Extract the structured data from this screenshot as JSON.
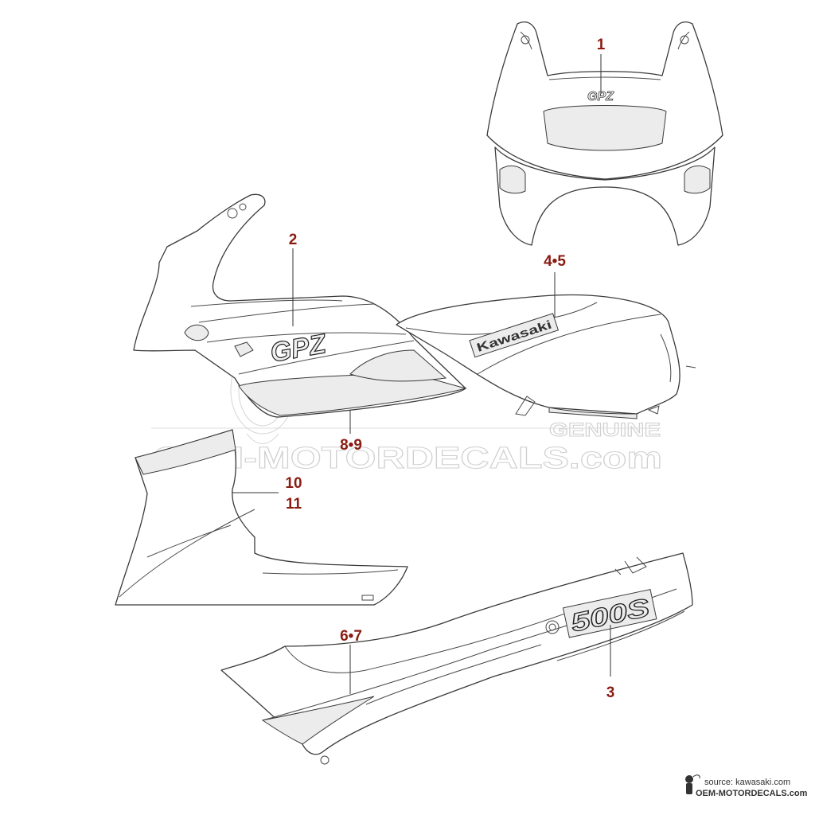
{
  "callouts": {
    "c1": "1",
    "c2": "2",
    "c3": "3",
    "c45": "4•5",
    "c67": "6•7",
    "c89": "8•9",
    "c10": "10",
    "c11": "11"
  },
  "decals": {
    "tank_logo": "Kawasaki",
    "tail_logo": "500S",
    "gpz_mark": "GPZ"
  },
  "watermark": {
    "main": "OEM-MOTORDECALS.com",
    "sub": "GENUINE"
  },
  "footer": {
    "source": "source: kawasaki.com",
    "site": "OEM-MOTORDECALS.com"
  },
  "colors": {
    "callout": "#8a1c12",
    "line": "#3a3a3a",
    "watermark": "#cfcfcf"
  }
}
